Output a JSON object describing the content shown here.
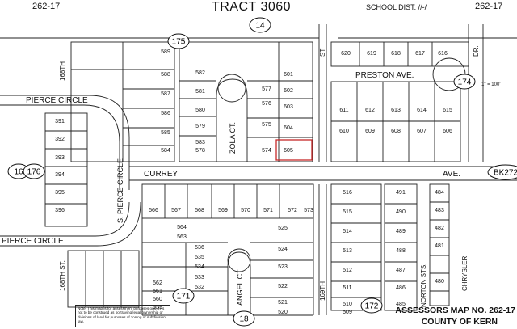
{
  "header": {
    "page_left": "262-17",
    "title": "TRACT 3060",
    "school_district": "SCHOOL DIST. //-/",
    "page_right": "262-17"
  },
  "streets": {
    "pierce_circle_upper": "PIERCE CIRCLE",
    "pierce_circle_lower": "PIERCE CIRCLE",
    "pierce_circle_vertical": "S. PIERCE CIRCLE",
    "curry_ave": "CURREY",
    "curry_ave_suffix": "AVE.",
    "zola_ct": "ZOLA CT.",
    "angel_ct": "ANGEL CT.",
    "preston_ave": "PRESTON AVE.",
    "st_168th_top": "168TH",
    "st_168th_bottom": "168TH ST.",
    "st_169th": "169TH",
    "norton_sts": "NORTON STS.",
    "chrysler_dr": "CHRYSLER",
    "dr_label": "DR.",
    "st_label": "ST"
  },
  "circled_markers": [
    "175",
    "14",
    "174",
    "16",
    "176",
    "BK272",
    "171",
    "18",
    "172"
  ],
  "scale": "1\" = 100'",
  "parcel_numbers": {
    "top_left_block": [
      "589",
      "588",
      "587",
      "586",
      "585",
      "584"
    ],
    "zola_block": [
      "582",
      "581",
      "580",
      "579",
      "578",
      "577",
      "576",
      "575",
      "574",
      "583"
    ],
    "zola_right": [
      "601",
      "602",
      "603",
      "604",
      "605"
    ],
    "preston_top": [
      "620",
      "619",
      "618",
      "617",
      "616"
    ],
    "preston_lower": [
      "611",
      "612",
      "613",
      "614",
      "615",
      "610",
      "609",
      "608",
      "607",
      "606"
    ],
    "west_block": [
      "391",
      "392",
      "393",
      "394",
      "395",
      "396"
    ],
    "curry_south": [
      "566",
      "567",
      "568",
      "569",
      "570",
      "571",
      "572",
      "573"
    ],
    "angel_block": [
      "564",
      "563",
      "536",
      "535",
      "534",
      "533",
      "532",
      "562",
      "561",
      "560",
      "559",
      "525",
      "524",
      "523",
      "522",
      "521",
      "520"
    ],
    "east_block": [
      "516",
      "515",
      "514",
      "513",
      "512",
      "511",
      "510",
      "509",
      "491",
      "490",
      "489",
      "488",
      "487",
      "486",
      "485",
      "484",
      "483",
      "482",
      "481",
      "480"
    ]
  },
  "stamp": {
    "line1": "ASSESSORS MAP NO. 262-17",
    "line2": "COUNTY OF KERN"
  },
  "note": "Note: This map is for assessment purposes only. It is not to be construed as portraying legal ownership or divisions of land for purposes of zoning or subdivision law."
}
